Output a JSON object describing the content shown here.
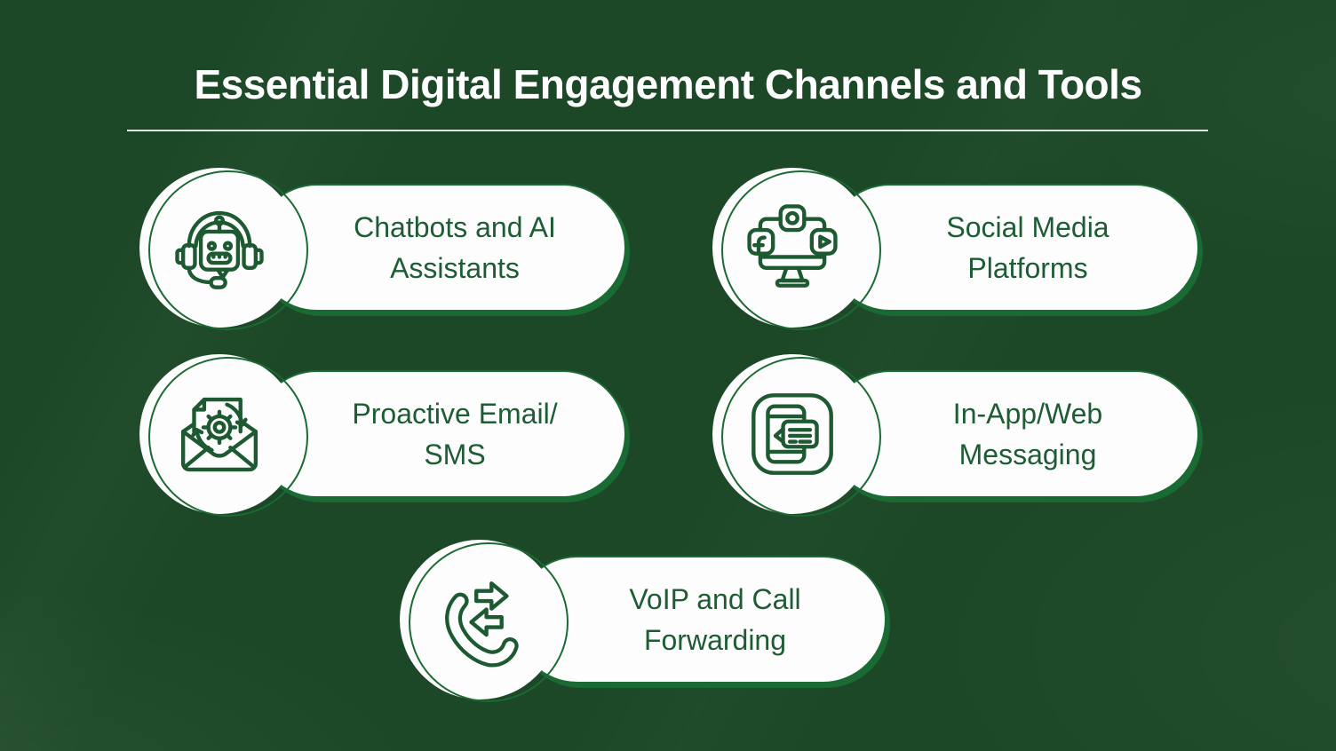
{
  "header": {
    "title": "Essential Digital Engagement Channels and Tools"
  },
  "colors": {
    "background": "#1c4827",
    "card_fill": "#fdfdfd",
    "accent_rim": "#1a6a33",
    "icon_stroke": "#1d5931",
    "label_text": "#1d5c34",
    "title_text": "#ffffff"
  },
  "cards": [
    {
      "id": "chatbots",
      "line1": "Chatbots and AI",
      "line2": "Assistants",
      "icon": "chatbot-headset-icon"
    },
    {
      "id": "social",
      "line1": "Social Media",
      "line2": "Platforms",
      "icon": "social-media-monitor-icon"
    },
    {
      "id": "email-sms",
      "line1": "Proactive Email/",
      "line2": "SMS",
      "icon": "email-automation-icon"
    },
    {
      "id": "in-app",
      "line1": "In-App/Web",
      "line2": "Messaging",
      "icon": "in-app-messaging-icon"
    },
    {
      "id": "voip",
      "line1": "VoIP and Call",
      "line2": "Forwarding",
      "icon": "voip-call-forwarding-icon"
    }
  ]
}
